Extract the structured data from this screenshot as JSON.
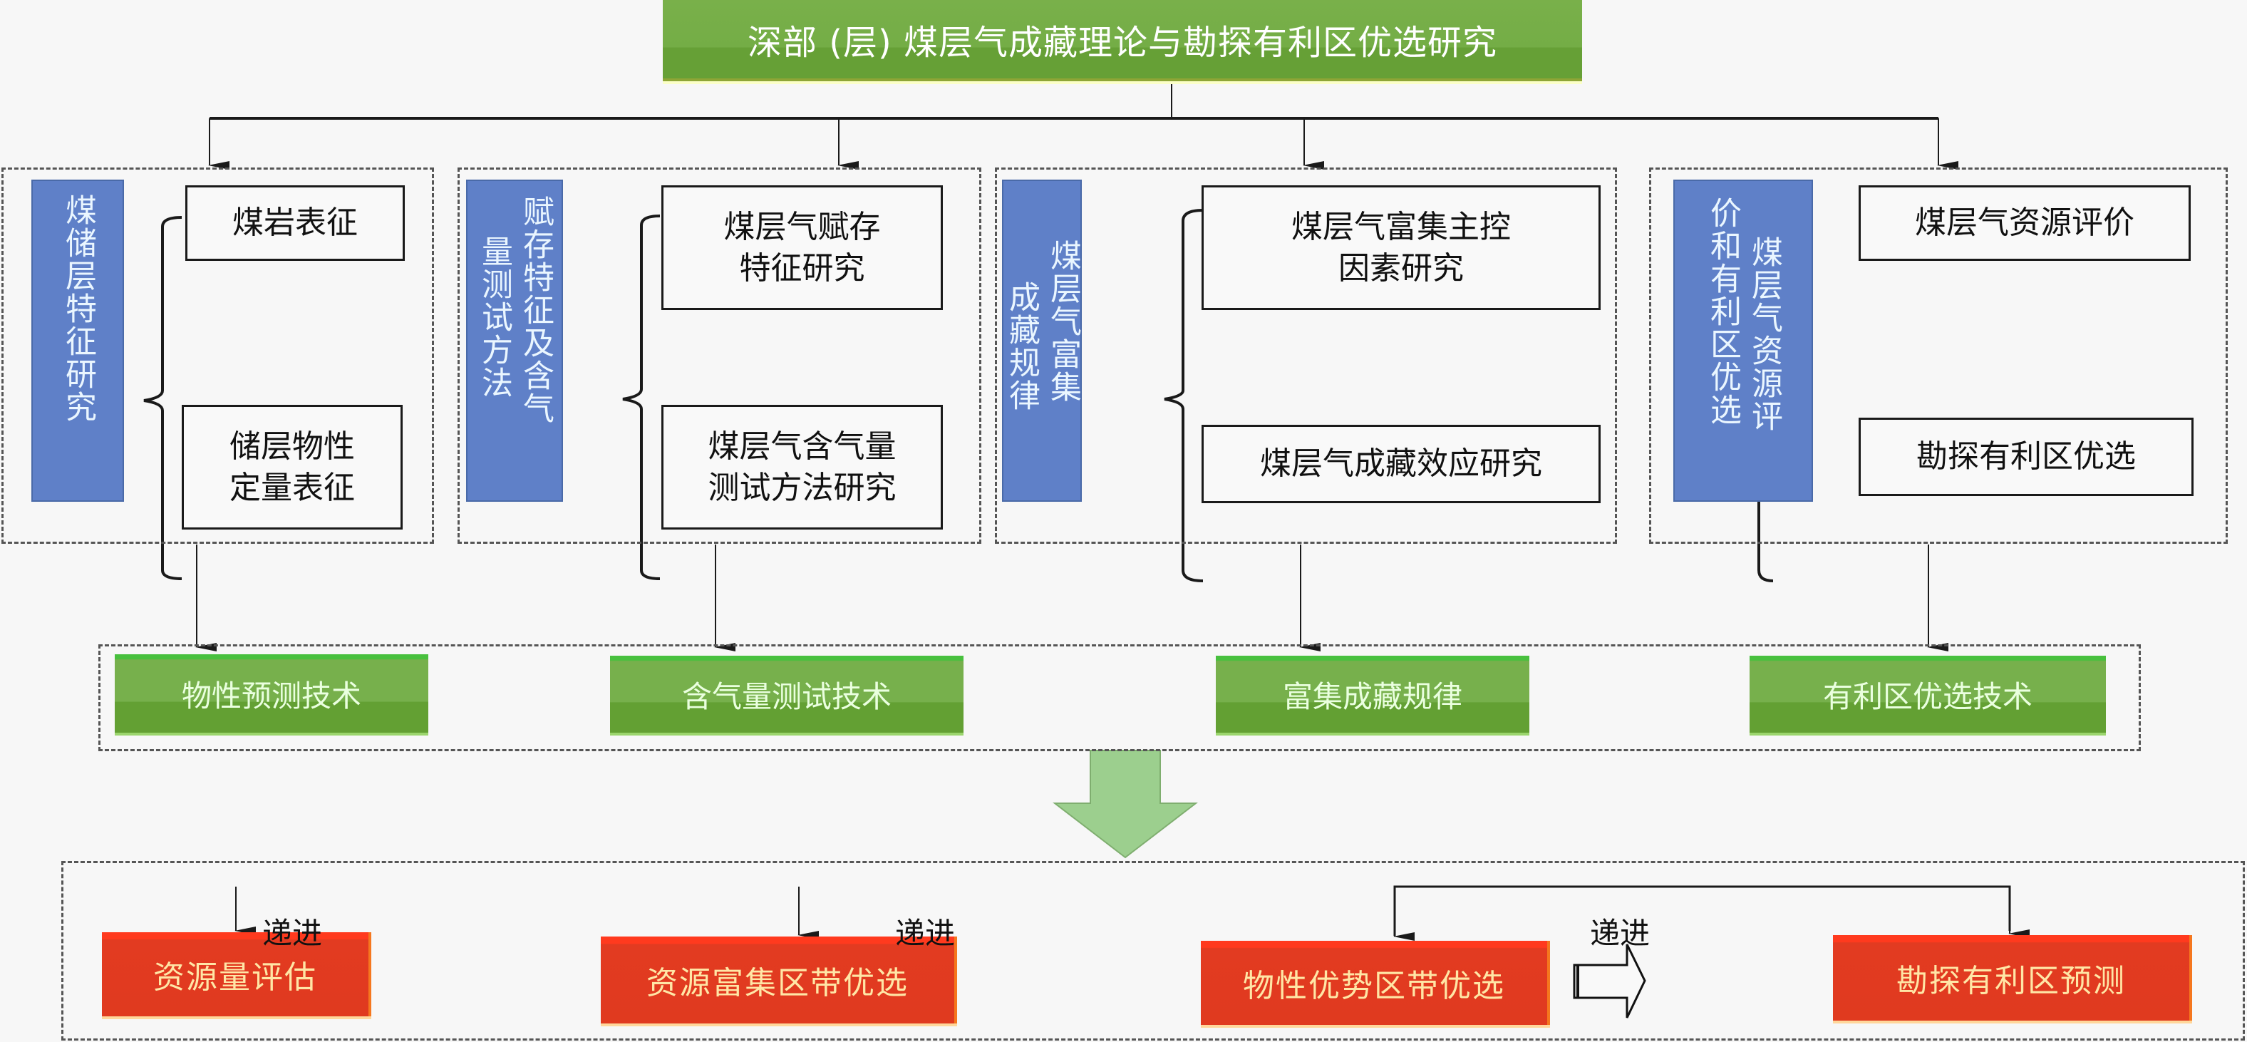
{
  "title": "深部 (层) 煤层气成藏理论与勘探有利区优选研究",
  "research_groups": [
    {
      "heading_columns": [
        "煤储层特征研究"
      ],
      "items": [
        [
          "煤岩表征"
        ],
        [
          "储层物性",
          "定量表征"
        ]
      ],
      "technique": "物性预测技术"
    },
    {
      "heading_columns": [
        "赋存特征及含气",
        "量测试方法"
      ],
      "items": [
        [
          "煤层气赋存",
          "特征研究"
        ],
        [
          "煤层气含气量",
          "测试方法研究"
        ]
      ],
      "technique": "含气量测试技术"
    },
    {
      "heading_columns": [
        "煤层气富集",
        "成藏规律"
      ],
      "items": [
        [
          "煤层气富集主控",
          "因素研究"
        ],
        [
          "煤层气成藏效应研究"
        ]
      ],
      "technique": "富集成藏规律"
    },
    {
      "heading_columns": [
        "煤层气资源评",
        "价和有利区优选"
      ],
      "items": [
        [
          "煤层气资源评价"
        ],
        [
          "勘探有利区优选"
        ]
      ],
      "technique": "有利区优选技术"
    }
  ],
  "workflow": {
    "steps": [
      "资源量评估",
      "资源富集区带优选",
      "物性优势区带优选",
      "勘探有利区预测"
    ],
    "connector_label": "递进"
  },
  "colors": {
    "title_green": "#74ad46",
    "heading_blue": "#5f80c8",
    "technique_green": "#77b04c",
    "workflow_red": "#e03a1f",
    "big_arrow_green": "#9ccf8e"
  }
}
